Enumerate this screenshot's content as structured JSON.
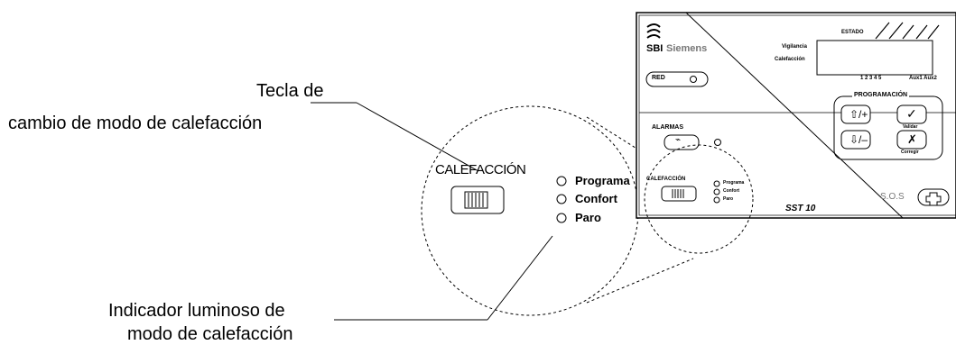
{
  "callouts": {
    "key_line1": "Tecla de",
    "key_line2": "cambio de modo de calefacción",
    "indicator_line1": "Indicador luminoso de",
    "indicator_line2": "modo de calefacción"
  },
  "zoom": {
    "title": "CALEFACCIÓN",
    "modes": [
      "Programa",
      "Confort",
      "Paro"
    ]
  },
  "panel": {
    "brand": "SBI",
    "brand_name": "Siemens",
    "estado": "ESTADO",
    "vigilancia": "Vigilancia",
    "calefaccion_row": "Calefacción",
    "zones": "1 2 3 4 5",
    "aux": "Aux1 Aux2",
    "red": "RED",
    "alarmas": "ALARMAS",
    "programacion": "PROGRAMACIÓN",
    "validar": "Validar",
    "corregir": "Corregir",
    "calefaccion_title": "CALEFACCIÓN",
    "modes": [
      "Programa",
      "Confort",
      "Paro"
    ],
    "model": "SST 10",
    "sos": "S.O.S"
  }
}
